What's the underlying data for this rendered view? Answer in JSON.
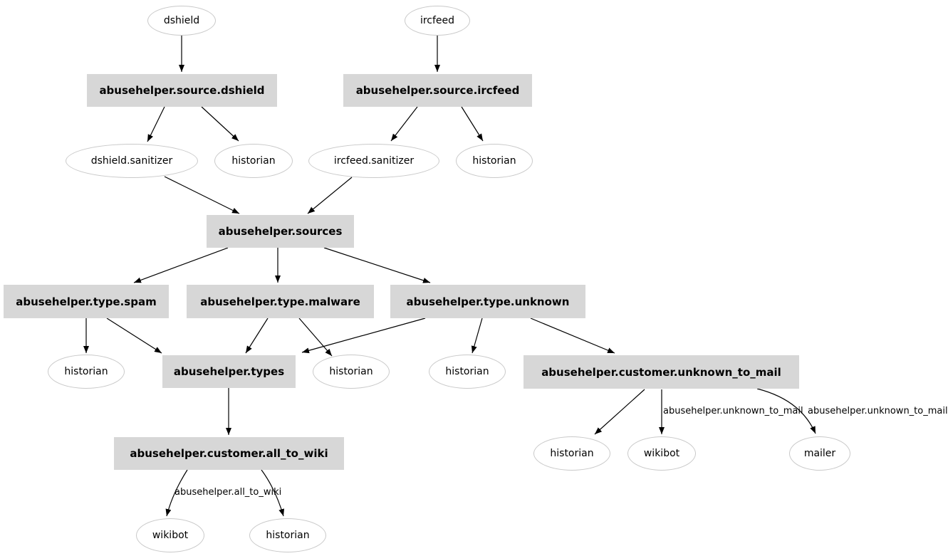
{
  "diagram": {
    "description": "Directed graph of an abusehelper bot pipeline (graphviz-style rendering)",
    "colors": {
      "background": "#ffffff",
      "box_fill": "#d7d7d7",
      "ellipse_fill": "#ffffff",
      "ellipse_stroke": "#c9c9c9",
      "edge_stroke": "#000000",
      "text": "#000000"
    },
    "nodes": {
      "dshield": {
        "label": "dshield",
        "shape": "ellipse"
      },
      "ircfeed": {
        "label": "ircfeed",
        "shape": "ellipse"
      },
      "source_dshield": {
        "label": "abusehelper.source.dshield",
        "shape": "box"
      },
      "source_ircfeed": {
        "label": "abusehelper.source.ircfeed",
        "shape": "box"
      },
      "dshield_sanitizer": {
        "label": "dshield.sanitizer",
        "shape": "ellipse"
      },
      "historian_1": {
        "label": "historian",
        "shape": "ellipse"
      },
      "ircfeed_sanitizer": {
        "label": "ircfeed.sanitizer",
        "shape": "ellipse"
      },
      "historian_2": {
        "label": "historian",
        "shape": "ellipse"
      },
      "sources": {
        "label": "abusehelper.sources",
        "shape": "box"
      },
      "type_spam": {
        "label": "abusehelper.type.spam",
        "shape": "box"
      },
      "type_malware": {
        "label": "abusehelper.type.malware",
        "shape": "box"
      },
      "type_unknown": {
        "label": "abusehelper.type.unknown",
        "shape": "box"
      },
      "historian_3": {
        "label": "historian",
        "shape": "ellipse"
      },
      "types": {
        "label": "abusehelper.types",
        "shape": "box"
      },
      "historian_4": {
        "label": "historian",
        "shape": "ellipse"
      },
      "historian_5": {
        "label": "historian",
        "shape": "ellipse"
      },
      "customer_unknown_to_mail": {
        "label": "abusehelper.customer.unknown_to_mail",
        "shape": "box"
      },
      "historian_6": {
        "label": "historian",
        "shape": "ellipse"
      },
      "wikibot_1": {
        "label": "wikibot",
        "shape": "ellipse"
      },
      "mailer": {
        "label": "mailer",
        "shape": "ellipse"
      },
      "customer_all_to_wiki": {
        "label": "abusehelper.customer.all_to_wiki",
        "shape": "box"
      },
      "wikibot_2": {
        "label": "wikibot",
        "shape": "ellipse"
      },
      "historian_7": {
        "label": "historian",
        "shape": "ellipse"
      }
    },
    "edge_labels": {
      "unknown_to_mail_1": {
        "text": "abusehelper.unknown_to_mail"
      },
      "unknown_to_mail_2": {
        "text": "abusehelper.unknown_to_mail"
      },
      "all_to_wiki": {
        "text": "abusehelper.all_to_wiki"
      }
    },
    "edges": [
      {
        "from": "dshield",
        "to": "source_dshield"
      },
      {
        "from": "ircfeed",
        "to": "source_ircfeed"
      },
      {
        "from": "source_dshield",
        "to": "dshield_sanitizer"
      },
      {
        "from": "source_dshield",
        "to": "historian_1"
      },
      {
        "from": "source_ircfeed",
        "to": "ircfeed_sanitizer"
      },
      {
        "from": "source_ircfeed",
        "to": "historian_2"
      },
      {
        "from": "dshield_sanitizer",
        "to": "sources"
      },
      {
        "from": "ircfeed_sanitizer",
        "to": "sources"
      },
      {
        "from": "sources",
        "to": "type_spam"
      },
      {
        "from": "sources",
        "to": "type_malware"
      },
      {
        "from": "sources",
        "to": "type_unknown"
      },
      {
        "from": "type_spam",
        "to": "historian_3"
      },
      {
        "from": "type_spam",
        "to": "types"
      },
      {
        "from": "type_malware",
        "to": "types"
      },
      {
        "from": "type_malware",
        "to": "historian_4"
      },
      {
        "from": "type_unknown",
        "to": "types"
      },
      {
        "from": "type_unknown",
        "to": "historian_5"
      },
      {
        "from": "type_unknown",
        "to": "customer_unknown_to_mail"
      },
      {
        "from": "types",
        "to": "customer_all_to_wiki"
      },
      {
        "from": "customer_unknown_to_mail",
        "to": "historian_6"
      },
      {
        "from": "customer_unknown_to_mail",
        "to": "wikibot_1",
        "label": "abusehelper.unknown_to_mail"
      },
      {
        "from": "customer_unknown_to_mail",
        "to": "mailer",
        "label": "abusehelper.unknown_to_mail"
      },
      {
        "from": "customer_all_to_wiki",
        "to": "wikibot_2",
        "label": "abusehelper.all_to_wiki"
      },
      {
        "from": "customer_all_to_wiki",
        "to": "historian_7"
      }
    ]
  }
}
